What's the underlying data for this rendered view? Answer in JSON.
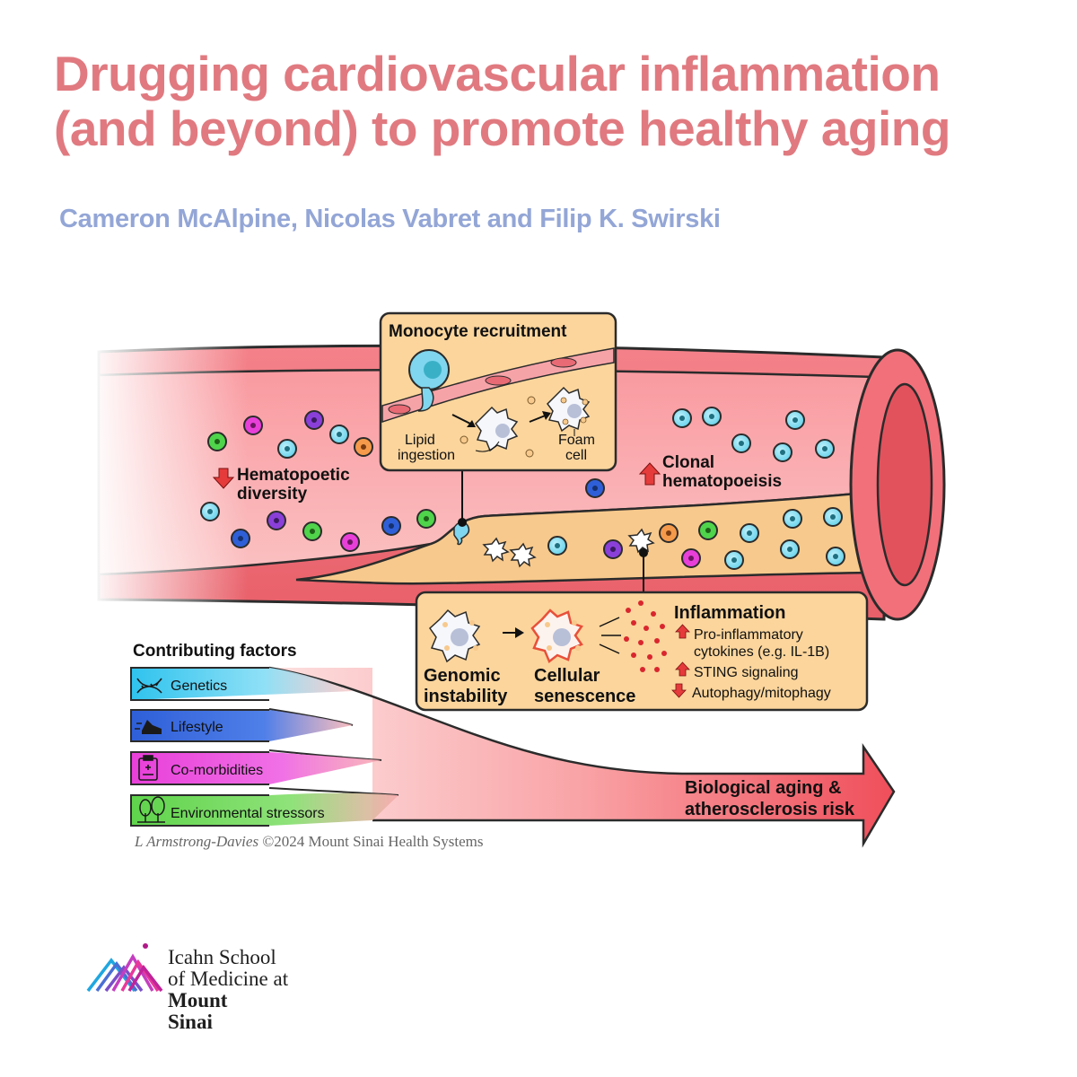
{
  "title_line1": "Drugging cardiovascular inflammation",
  "title_line2": "(and beyond) to promote healthy aging",
  "authors": "Cameron McAlpine, Nicolas Vabret and  Filip K. Swirski",
  "monocyte_box": {
    "heading": "Monocyte recruitment",
    "lipid_line1": "Lipid",
    "lipid_line2": "ingestion",
    "foam_line1": "Foam",
    "foam_line2": "cell"
  },
  "hematopoetic": {
    "line1": "Hematopoetic",
    "line2": "diversity",
    "direction": "down"
  },
  "clonal": {
    "line1": "Clonal",
    "line2": "hematopoeisis",
    "direction": "up"
  },
  "senescence_box": {
    "genomic_line1": "Genomic",
    "genomic_line2": "instability",
    "cellular_line1": "Cellular",
    "cellular_line2": "senescence",
    "inflammation_heading": "Inflammation",
    "items": [
      {
        "line1": "Pro-inflammatory",
        "line2": "cytokines (e.g. IL-1B)",
        "direction": "up"
      },
      {
        "line1": "STING signaling",
        "direction": "up"
      },
      {
        "line1": "Autophagy/mitophagy",
        "direction": "down"
      }
    ]
  },
  "contributing": {
    "heading": "Contributing factors",
    "factors": [
      {
        "label": "Genetics",
        "icon": "dna-icon",
        "color": "#2fc3ee"
      },
      {
        "label": "Lifestyle",
        "icon": "shoe-icon",
        "color": "#2f5fd8"
      },
      {
        "label": "Co-morbidities",
        "icon": "clipboard-icon",
        "color": "#e83fd9"
      },
      {
        "label": "Environmental stressors",
        "icon": "tree-icon",
        "color": "#5fd44b"
      }
    ]
  },
  "arrow_label_line1": "Biological aging &",
  "arrow_label_line2": "atherosclerosis risk",
  "credit_author": "L Armstrong-Davies",
  "credit_rest": " ©2024 Mount Sinai Health Systems",
  "logo": {
    "line1": "Icahn School",
    "line2": "of Medicine at",
    "line3": "Mount",
    "line4": "Sinai"
  },
  "colors": {
    "title": "#e07a80",
    "authors": "#93a6d6",
    "vessel": "#f2707a",
    "plaque": "#f7c98c",
    "box_fill": "#fbd59c",
    "arrow": "#ef5460"
  }
}
